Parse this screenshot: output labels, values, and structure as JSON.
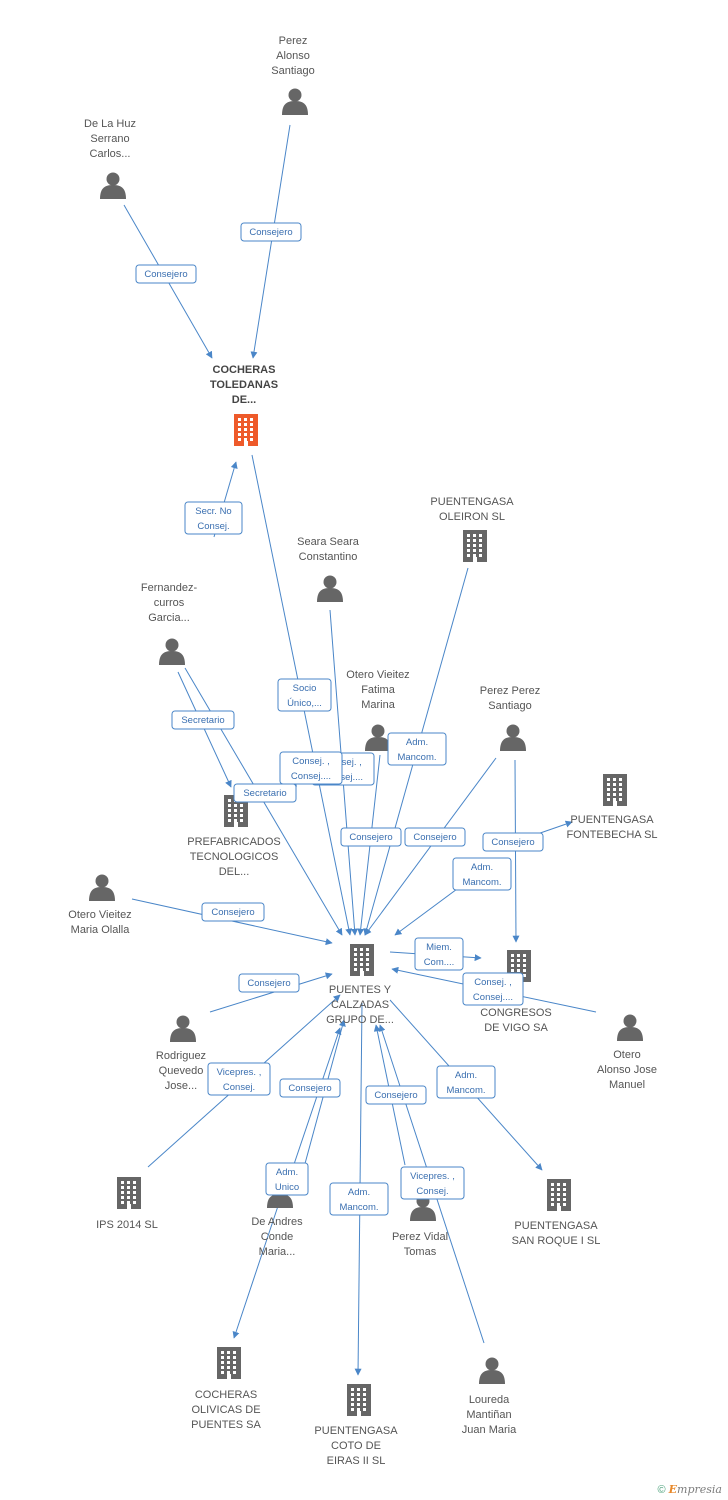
{
  "colors": {
    "edge": "#4a86c8",
    "node": "#666666",
    "focus": "#ee5a2a",
    "text": "#555555"
  },
  "nodes": [
    {
      "id": "perez_alonso",
      "type": "person",
      "label": [
        "Perez",
        "Alonso",
        "Santiago"
      ]
    },
    {
      "id": "de_la_huz",
      "type": "person",
      "label": [
        "De La Huz",
        "Serrano",
        "Carlos..."
      ]
    },
    {
      "id": "cocheras_toledanas",
      "type": "company",
      "focus": true,
      "label": [
        "COCHERAS",
        "TOLEDANAS",
        "DE..."
      ]
    },
    {
      "id": "puentengasa_oleiron",
      "type": "company",
      "label": [
        "PUENTENGASA",
        "OLEIRON SL"
      ]
    },
    {
      "id": "seara",
      "type": "person",
      "label": [
        "Seara Seara",
        "Constantino"
      ]
    },
    {
      "id": "fernandez",
      "type": "person",
      "label": [
        "Fernandez-",
        "curros",
        "Garcia..."
      ]
    },
    {
      "id": "otero_fatima",
      "type": "person",
      "label": [
        "Otero Vieitez",
        "Fatima",
        "Marina"
      ]
    },
    {
      "id": "perez_perez",
      "type": "person",
      "label": [
        "Perez Perez",
        "Santiago"
      ]
    },
    {
      "id": "puentengasa_fontebecha",
      "type": "company",
      "label": [
        "PUENTENGASA",
        "FONTEBECHA SL"
      ]
    },
    {
      "id": "prefabricados",
      "type": "company",
      "label": [
        "PREFABRICADOS",
        "TECNOLOGICOS",
        "DEL..."
      ]
    },
    {
      "id": "otero_olalla",
      "type": "person",
      "label": [
        "Otero Vieitez",
        "Maria Olalla"
      ]
    },
    {
      "id": "puentes_calzadas",
      "type": "company",
      "label": [
        "PUENTES Y",
        "CALZADAS",
        "GRUPO DE..."
      ]
    },
    {
      "id": "congresos",
      "type": "company",
      "label": [
        "DE",
        "CONGRESOS",
        "DE VIGO SA"
      ]
    },
    {
      "id": "otero_alonso",
      "type": "person",
      "label": [
        "Otero",
        "Alonso Jose",
        "Manuel"
      ]
    },
    {
      "id": "rodriguez",
      "type": "person",
      "label": [
        "Rodriguez",
        "Quevedo",
        "Jose..."
      ]
    },
    {
      "id": "ips2014",
      "type": "company",
      "label": [
        "IPS 2014  SL"
      ]
    },
    {
      "id": "de_andres",
      "type": "person",
      "label": [
        "De Andres",
        "Conde",
        "Maria..."
      ]
    },
    {
      "id": "perez_vidal",
      "type": "person",
      "label": [
        "Perez Vidal",
        "Tomas"
      ]
    },
    {
      "id": "puentengasa_sanroque",
      "type": "company",
      "label": [
        "PUENTENGASA",
        "SAN ROQUE I SL"
      ]
    },
    {
      "id": "cocheras_olivicas",
      "type": "company",
      "label": [
        "COCHERAS",
        "OLIVICAS DE",
        "PUENTES SA"
      ]
    },
    {
      "id": "puentengasa_coto",
      "type": "company",
      "label": [
        "PUENTENGASA",
        "COTO DE",
        "EIRAS II SL"
      ]
    },
    {
      "id": "loureda",
      "type": "person",
      "label": [
        "Loureda",
        "Mantiñan",
        "Juan Maria"
      ]
    }
  ],
  "relations": [
    {
      "id": "r1",
      "lines": [
        "Consejero"
      ]
    },
    {
      "id": "r2",
      "lines": [
        "Consejero"
      ]
    },
    {
      "id": "r3",
      "lines": [
        "Secr.  No",
        "Consej."
      ]
    },
    {
      "id": "r4",
      "lines": [
        "Socio",
        "Único,..."
      ]
    },
    {
      "id": "r5",
      "lines": [
        "Secretario"
      ]
    },
    {
      "id": "r6",
      "lines": [
        "Consej. ,",
        "Consej...."
      ]
    },
    {
      "id": "r7",
      "lines": [
        "Consej. ,",
        "Consej...."
      ]
    },
    {
      "id": "r8",
      "lines": [
        "Secretario"
      ]
    },
    {
      "id": "r9",
      "lines": [
        "Adm.",
        "Mancom."
      ]
    },
    {
      "id": "r10",
      "lines": [
        "Consejero"
      ]
    },
    {
      "id": "r11",
      "lines": [
        "Consejero"
      ]
    },
    {
      "id": "r12",
      "lines": [
        "Consejero"
      ]
    },
    {
      "id": "r13",
      "lines": [
        "Adm.",
        "Mancom."
      ]
    },
    {
      "id": "r14",
      "lines": [
        "Consejero"
      ]
    },
    {
      "id": "r15",
      "lines": [
        "Miem.",
        "Com...."
      ]
    },
    {
      "id": "r16",
      "lines": [
        "Consej. ,",
        "Consej...."
      ]
    },
    {
      "id": "r17",
      "lines": [
        "Consejero"
      ]
    },
    {
      "id": "r18",
      "lines": [
        "Vicepres. ,",
        "Consej."
      ]
    },
    {
      "id": "r19",
      "lines": [
        "Consejero"
      ]
    },
    {
      "id": "r20",
      "lines": [
        "Consejero"
      ]
    },
    {
      "id": "r21",
      "lines": [
        "Adm.",
        "Mancom."
      ]
    },
    {
      "id": "r22",
      "lines": [
        "Adm.",
        "Unico"
      ]
    },
    {
      "id": "r23",
      "lines": [
        "Adm.",
        "Mancom."
      ]
    },
    {
      "id": "r24",
      "lines": [
        "Vicepres. ,",
        "Consej."
      ]
    }
  ],
  "footer": {
    "copyright": "©",
    "brand_initial": "E",
    "brand_rest": "mpresia"
  }
}
